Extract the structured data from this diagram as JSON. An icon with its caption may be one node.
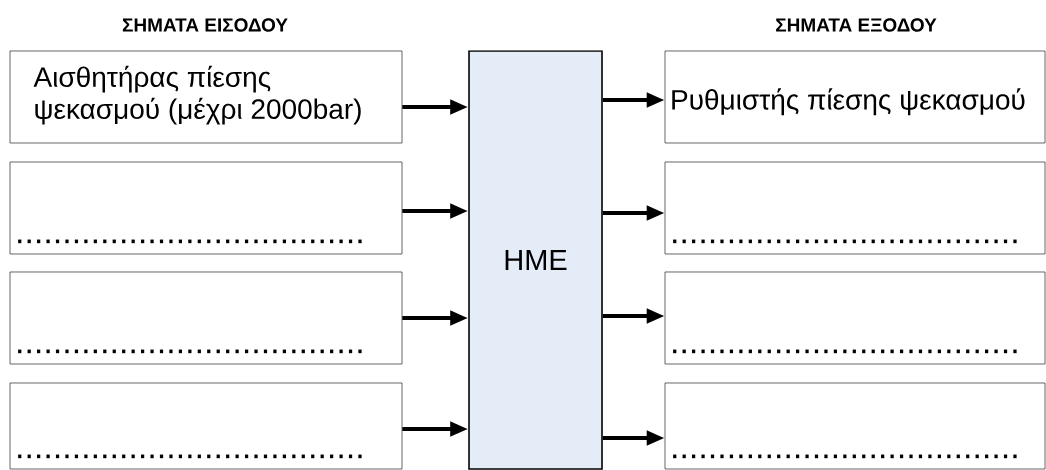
{
  "diagram": {
    "nodes": [
      {
        "text": [
          "HME"
        ]
      },
      {
        "text": [
          "Αισθητήρας πίεσης ψεκασμού (μέχρι 2000bar)"
        ]
      },
      {
        "text": [
          "....................................."
        ]
      },
      {
        "text": [
          "....................................."
        ]
      },
      {
        "text": [
          "....................................."
        ]
      },
      {
        "text": [
          "Ρυθμιστής πίεσης ψεκασμού"
        ]
      },
      {
        "text": [
          "....................................."
        ]
      },
      {
        "text": [
          "....................................."
        ]
      },
      {
        "text": [
          "....................................."
        ]
      }
    ],
    "edges": [
      {
        "from": 1,
        "to": 0,
        "arrow": "to"
      },
      {
        "from": 2,
        "to": 0,
        "arrow": "to"
      },
      {
        "from": 3,
        "to": 0,
        "arrow": "to"
      },
      {
        "from": 4,
        "to": 0,
        "arrow": "to"
      },
      {
        "from": 0,
        "to": 5,
        "arrow": "to"
      },
      {
        "from": 0,
        "to": 6,
        "arrow": "to"
      },
      {
        "from": 0,
        "to": 7,
        "arrow": "to"
      },
      {
        "from": 0,
        "to": 8,
        "arrow": "to"
      }
    ],
    "labels": [
      "ΣΗΜΑΤΑ ΕΙΣΟΔΟΥ",
      "ΣΗΜΑΤΑ ΕΞΟΔΟΥ"
    ]
  }
}
